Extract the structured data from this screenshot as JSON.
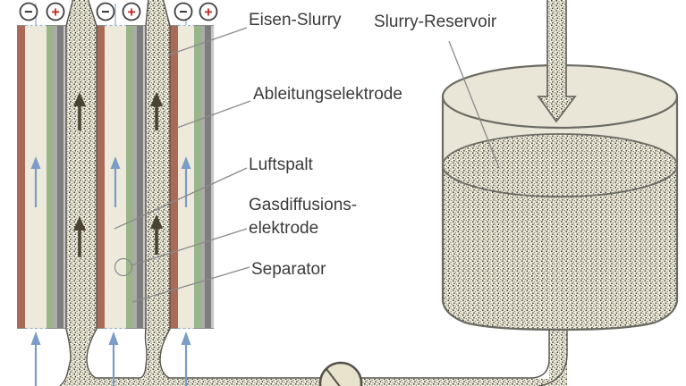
{
  "diagram": {
    "labels": {
      "eisen_slurry": "Eisen-Slurry",
      "slurry_reservoir": "Slurry-Reservoir",
      "ableitungselektrode": "Ableitungselektrode",
      "luftspalt": "Luftspalt",
      "gasdiffusions_line1": "Gasdiffusions-",
      "gasdiffusions_line2": "elektrode",
      "separator": "Separator"
    },
    "terminals": [
      {
        "sign": "−",
        "polarity": "negative"
      },
      {
        "sign": "+",
        "polarity": "positive"
      },
      {
        "sign": "−",
        "polarity": "negative"
      },
      {
        "sign": "+",
        "polarity": "positive"
      },
      {
        "sign": "−",
        "polarity": "negative"
      },
      {
        "sign": "+",
        "polarity": "positive"
      }
    ],
    "colors": {
      "collector_electrode": "#aa6a58",
      "air_gap": "#eeeadb",
      "gas_diffusion_electrode": "#9ab58c",
      "separator_light": "#ababab",
      "separator_dark": "#7d7d7d",
      "separator_edge": "#c6c6c6",
      "slurry_bg": "#f5f2e3",
      "slurry_dot": "#3f3b2c",
      "slurry_dot_soft": "#83806d",
      "air_arrow": "#7b9cc7",
      "slurry_arrow": "#4a4331",
      "reservoir_fill": "#e9e6d7",
      "pump_fill": "#e8e3cc",
      "outline": "#6b6b64",
      "leader": "#8a8a8a",
      "text": "#3b3b3b",
      "minus_sign": "#1a1a1a",
      "plus_sign": "#c0251f"
    }
  }
}
